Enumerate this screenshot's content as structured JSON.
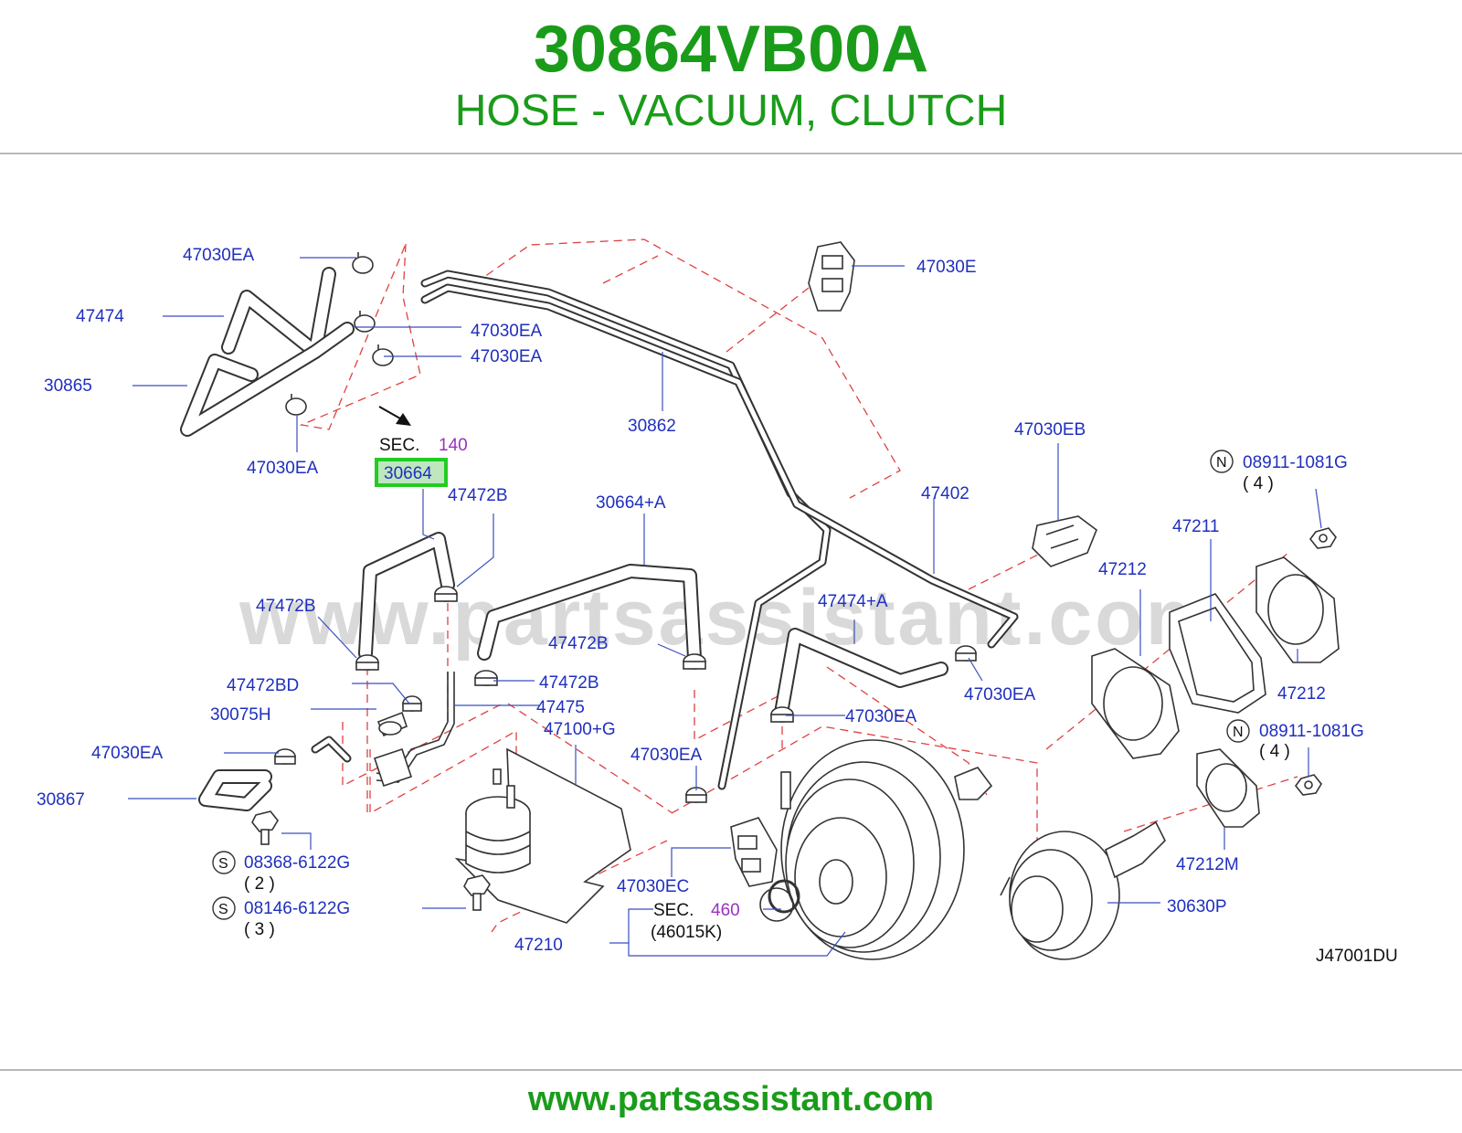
{
  "header": {
    "part_number": "30864VB00A",
    "part_description": "HOSE - VACUUM, CLUTCH"
  },
  "diagram": {
    "watermark": "www.partsassistant.com",
    "diagram_code": "J47001DU",
    "highlighted_label": "30664",
    "sec_140": {
      "prefix": "SEC.",
      "number": "140"
    },
    "sec_460": {
      "prefix": "SEC.",
      "number": "460",
      "sub": "(46015K)"
    },
    "labels": {
      "l47030ea_1": "47030EA",
      "l47474": "47474",
      "l30865": "30865",
      "l47030ea_2": "47030EA",
      "l47030ea_3": "47030EA",
      "l47030ea_4": "47030EA",
      "l30862": "30862",
      "l47030e": "47030E",
      "l47030eb": "47030EB",
      "l47402": "47402",
      "l08911_a": "08911-1081G",
      "l08911_a_qty": "( 4 )",
      "l47211": "47211",
      "l47212_a": "47212",
      "l47212_b": "47212",
      "l08911_b": "08911-1081G",
      "l08911_b_qty": "( 4 )",
      "l47212m": "47212M",
      "l30630p": "30630P",
      "l47472b_1": "47472B",
      "l30664a": "30664+A",
      "l47472b_2": "47472B",
      "l47474a": "47474+A",
      "l47472b_3": "47472B",
      "l47472b_4": "47472B",
      "l47472bd": "47472BD",
      "l47475": "47475",
      "l30075h": "30075H",
      "l47100g": "47100+G",
      "l47030ea_5": "47030EA",
      "l47030ea_6": "47030EA",
      "l47030ea_7": "47030EA",
      "l30867": "30867",
      "l08368": "08368-6122G",
      "l08368_qty": "( 2 )",
      "l08146": "08146-6122G",
      "l08146_qty": "( 3 )",
      "l47030ec": "47030EC",
      "l47210": "47210",
      "badge_n": "N",
      "badge_s": "S"
    }
  },
  "footer": {
    "url": "www.partsassistant.com"
  },
  "colors": {
    "title_green": "#1a9c1a",
    "label_blue": "#1f2fbf",
    "sec_purple": "#9b30c0",
    "highlight_green": "#22cc22",
    "dash_red": "#e04040"
  }
}
